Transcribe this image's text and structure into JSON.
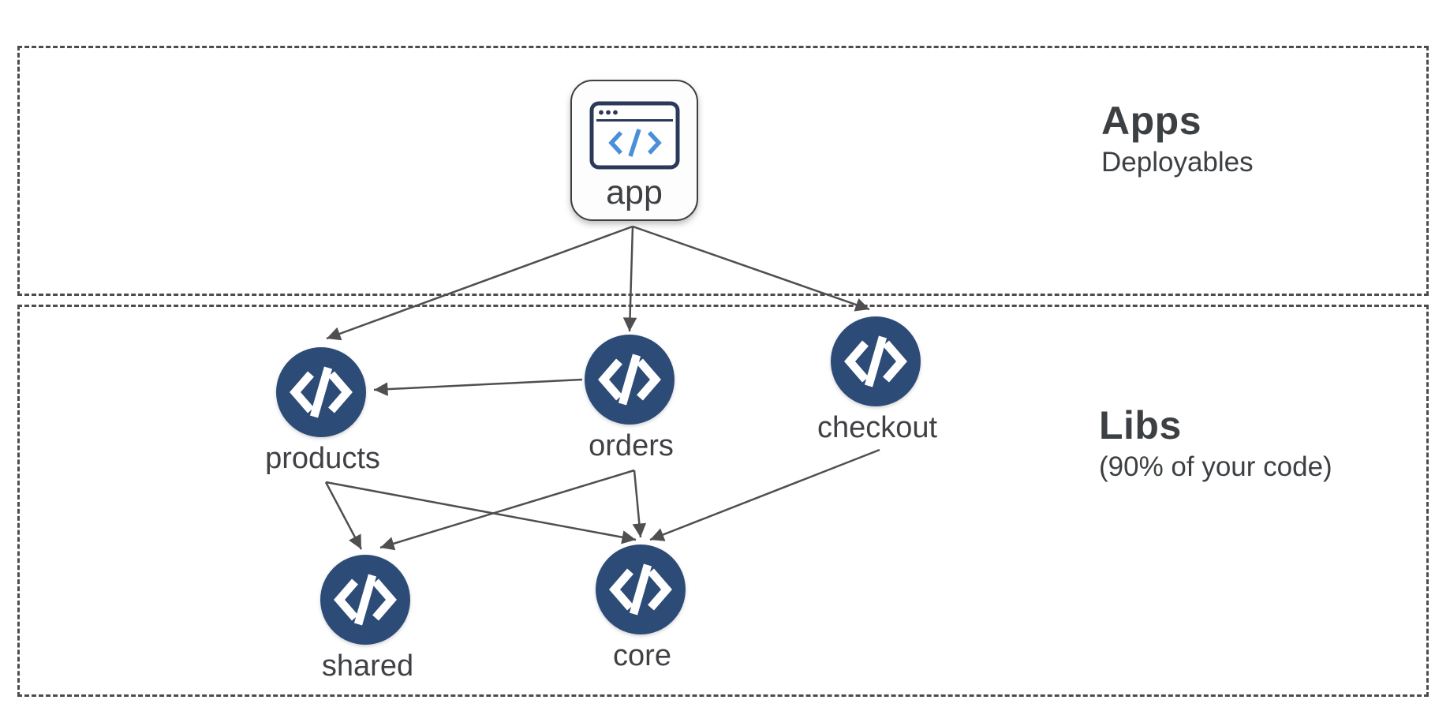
{
  "diagram": {
    "zones": [
      {
        "id": "apps",
        "title": "Apps",
        "subtitle": "Deployables"
      },
      {
        "id": "libs",
        "title": "Libs",
        "subtitle": "(90% of your code)"
      }
    ],
    "nodes": [
      {
        "id": "app",
        "label": "app",
        "type": "application",
        "zone": "apps",
        "icon": "browser-window-icon"
      },
      {
        "id": "products",
        "label": "products",
        "type": "library",
        "zone": "libs",
        "icon": "code-icon"
      },
      {
        "id": "orders",
        "label": "orders",
        "type": "library",
        "zone": "libs",
        "icon": "code-icon"
      },
      {
        "id": "checkout",
        "label": "checkout",
        "type": "library",
        "zone": "libs",
        "icon": "code-icon"
      },
      {
        "id": "shared",
        "label": "shared",
        "type": "library",
        "zone": "libs",
        "icon": "code-icon"
      },
      {
        "id": "core",
        "label": "core",
        "type": "library",
        "zone": "libs",
        "icon": "code-icon"
      }
    ],
    "edges": [
      {
        "from": "app",
        "to": "products"
      },
      {
        "from": "app",
        "to": "orders"
      },
      {
        "from": "app",
        "to": "checkout"
      },
      {
        "from": "orders",
        "to": "products"
      },
      {
        "from": "products",
        "to": "shared"
      },
      {
        "from": "products",
        "to": "core"
      },
      {
        "from": "orders",
        "to": "shared"
      },
      {
        "from": "orders",
        "to": "core"
      },
      {
        "from": "checkout",
        "to": "core"
      }
    ],
    "colors": {
      "background": "#ffffff",
      "lib_node_fill": "#2d4b77",
      "lib_glyph": "#ffffff",
      "edge": "#4f4f4f",
      "zone_border": "#4c4c4c",
      "text": "#3e4043",
      "app_icon_stroke": "#2b3a59",
      "app_icon_code": "#4a8fd8"
    }
  }
}
